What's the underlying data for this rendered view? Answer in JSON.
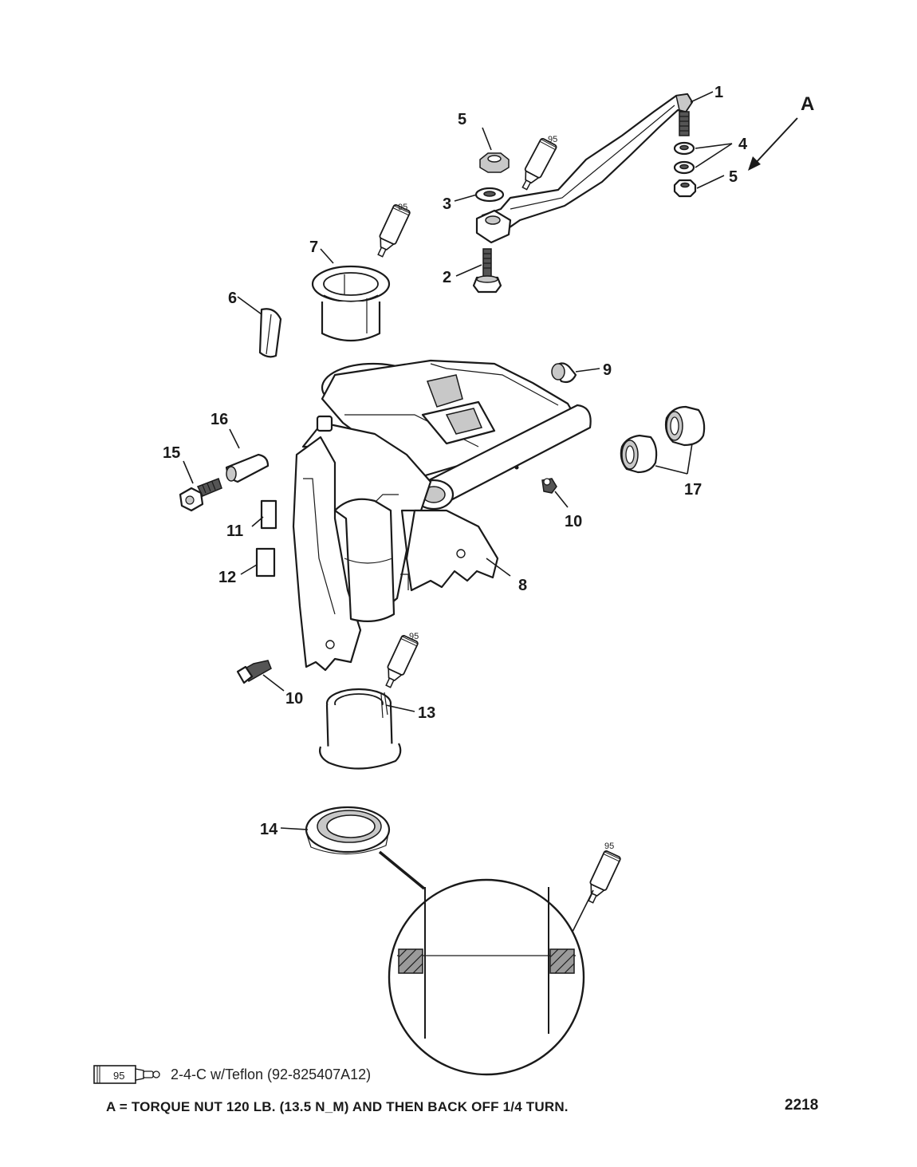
{
  "callouts": {
    "c1": "1",
    "c2": "2",
    "c3": "3",
    "c4": "4",
    "c5a": "5",
    "c5b": "5",
    "c6": "6",
    "c7": "7",
    "c8": "8",
    "c9": "9",
    "c10a": "10",
    "c10b": "10",
    "c11": "11",
    "c12": "12",
    "c13": "13",
    "c14": "14",
    "c15": "15",
    "c16": "16",
    "c17": "17",
    "cA": "A"
  },
  "tube_code": "95",
  "legend": {
    "code": "95",
    "text": "2-4-C w/Teflon (92-825407A12)"
  },
  "note": "A = TORQUE NUT 120 LB. (13.5 N_M) AND THEN BACK OFF 1/4 TURN.",
  "figure_number": "2218"
}
